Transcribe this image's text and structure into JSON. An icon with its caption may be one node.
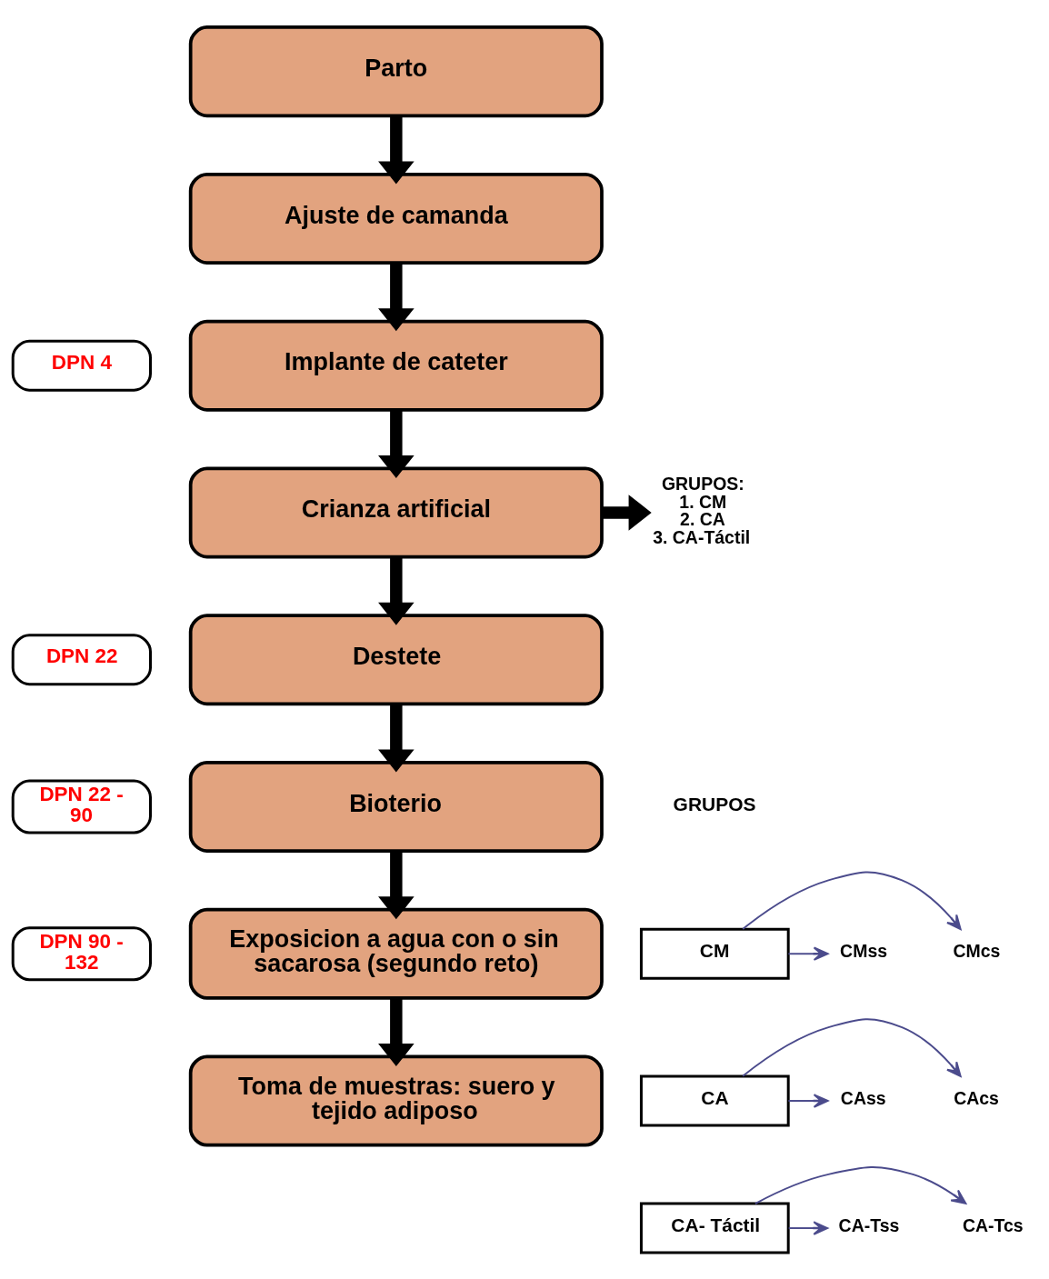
{
  "diagram": {
    "nodes": [
      {
        "text": [
          "Parto"
        ]
      },
      {
        "text": [
          "Ajuste de camanda"
        ]
      },
      {
        "text": [
          "Implante de cateter"
        ]
      },
      {
        "text": [
          "Crianza artificial"
        ]
      },
      {
        "text": [
          "Destete"
        ]
      },
      {
        "text": [
          "Bioterio"
        ]
      },
      {
        "text": [
          "Exposicion a agua con o sin sacarosa (segundo reto)"
        ]
      },
      {
        "text": [
          "Toma de muestras: suero y tejido adiposo"
        ]
      },
      {
        "text": [
          "DPN 4"
        ]
      },
      {
        "text": [
          "DPN 22"
        ]
      },
      {
        "text": [
          "DPN 22 - 90"
        ]
      },
      {
        "text": [
          "DPN 90 - 132"
        ]
      },
      {
        "text": [
          "GRUPOS:",
          "1. CM",
          "2. CA",
          "3. CA-Táctil"
        ]
      },
      {
        "text": [
          "CM"
        ]
      },
      {
        "text": [
          "CA"
        ]
      },
      {
        "text": [
          "CA- Táctil"
        ]
      },
      {
        "text": [
          "CMss"
        ]
      },
      {
        "text": [
          "CMcs"
        ]
      },
      {
        "text": [
          "CAss"
        ]
      },
      {
        "text": [
          "CAcs"
        ]
      },
      {
        "text": [
          "CA-Tss"
        ]
      },
      {
        "text": [
          "CA-Tcs"
        ]
      }
    ],
    "edges": [
      {
        "from": 0,
        "to": 1,
        "arrow": "to"
      },
      {
        "from": 1,
        "to": 2,
        "arrow": "to"
      },
      {
        "from": 2,
        "to": 3,
        "arrow": "to"
      },
      {
        "from": 3,
        "to": 4,
        "arrow": "to"
      },
      {
        "from": 4,
        "to": 5,
        "arrow": "to"
      },
      {
        "from": 5,
        "to": 6,
        "arrow": "to"
      },
      {
        "from": 6,
        "to": 7,
        "arrow": "to"
      },
      {
        "from": 3,
        "to": 12,
        "arrow": "to"
      },
      {
        "from": 13,
        "to": 16,
        "arrow": "to",
        "color": "#4b4b8c"
      },
      {
        "from": 13,
        "to": 17,
        "arrow": "to",
        "color": "#4b4b8c"
      },
      {
        "from": 14,
        "to": 18,
        "arrow": "to",
        "color": "#4b4b8c"
      },
      {
        "from": 14,
        "to": 19,
        "arrow": "to",
        "color": "#4b4b8c"
      },
      {
        "from": 15,
        "to": 20,
        "arrow": "to",
        "color": "#4b4b8c"
      },
      {
        "from": 15,
        "to": 21,
        "arrow": "to",
        "color": "#4b4b8c"
      }
    ],
    "labels": [
      "GRUPOS"
    ]
  }
}
